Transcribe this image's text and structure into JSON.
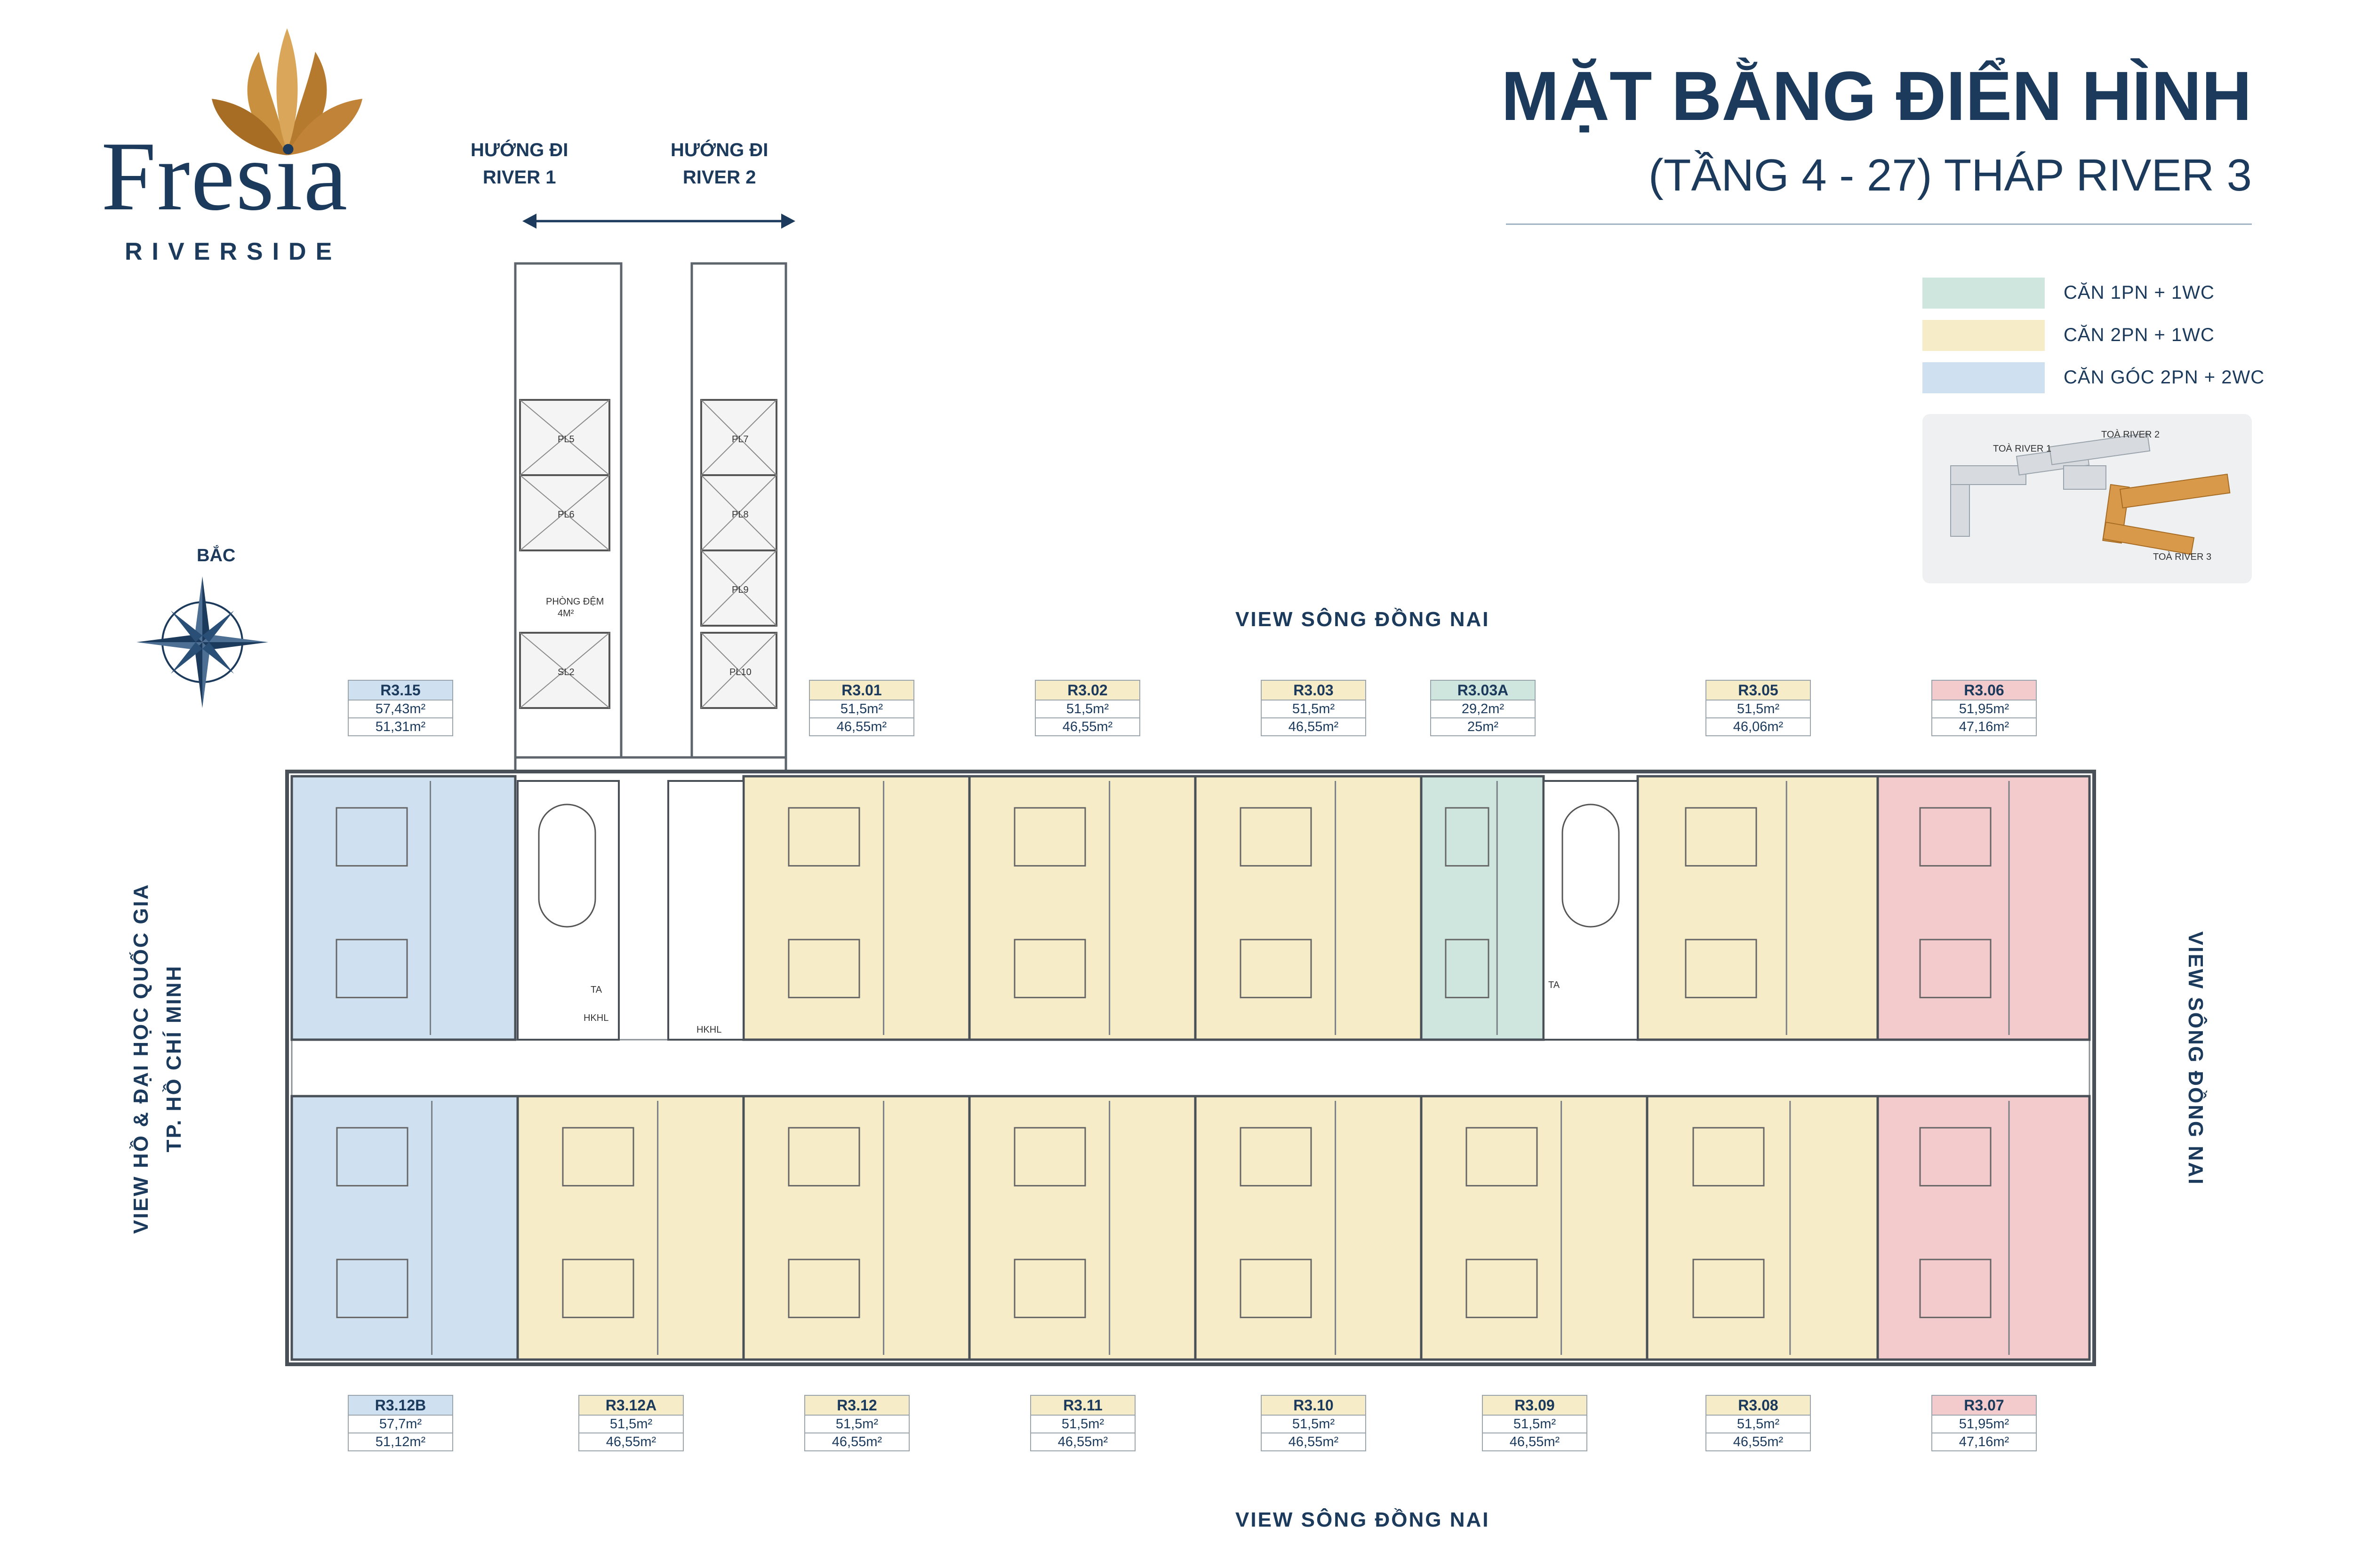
{
  "logo": {
    "word": "Fresia",
    "sub": "RIVERSIDE"
  },
  "title": {
    "line1": "MẶT BẰNG ĐIỂN HÌNH",
    "line2": "(TẦNG 4 - 27) THÁP RIVER 3"
  },
  "colors": {
    "navy": "#1b3a5c",
    "one_bed": "#cfe6df",
    "two_bed": "#f6ecc8",
    "corner": "#cfe1f1",
    "pink": "#f4cbcc"
  },
  "legend": [
    {
      "label": "CĂN 1PN + 1WC",
      "color": "#cfe6df"
    },
    {
      "label": "CĂN 2PN + 1WC",
      "color": "#f6ecc8"
    },
    {
      "label": "CĂN GÓC 2PN + 2WC",
      "color": "#cfe1f1"
    }
  ],
  "keymap": {
    "labels": [
      "TOÀ RIVER 1",
      "TOÀ RIVER 2",
      "TOÀ RIVER 3"
    ]
  },
  "compass": {
    "label": "BẮC"
  },
  "directions": {
    "river1": {
      "line1": "HƯỚNG ĐI",
      "line2": "RIVER 1"
    },
    "river2": {
      "line1": "HƯỚNG ĐI",
      "line2": "RIVER 2"
    }
  },
  "views": {
    "top": "VIEW SÔNG ĐỒNG NAI",
    "bottom": "VIEW SÔNG ĐỒNG NAI",
    "right": "VIEW SÔNG ĐỒNG NAI",
    "left_line1": "VIEW HỒ & ĐẠI HỌC QUỐC GIA",
    "left_line2": "TP. HỒ CHÍ MINH"
  },
  "core": {
    "lifts_left": [
      "PL5",
      "PL6"
    ],
    "lifts_right": [
      "PL7",
      "PL8",
      "PL9",
      "PL10"
    ],
    "lobby_line1": "PHÒNG ĐỆM",
    "lobby_line2": "4M²",
    "service_lift": "SL2",
    "ta": "TA",
    "hkhl": "HKHL"
  },
  "units_top": [
    {
      "code": "R3.15",
      "area1": "57,43m²",
      "area2": "51,31m²",
      "color": "#cfe1f1"
    },
    {
      "code": "R3.01",
      "area1": "51,5m²",
      "area2": "46,55m²",
      "color": "#f6ecc8"
    },
    {
      "code": "R3.02",
      "area1": "51,5m²",
      "area2": "46,55m²",
      "color": "#f6ecc8"
    },
    {
      "code": "R3.03",
      "area1": "51,5m²",
      "area2": "46,55m²",
      "color": "#f6ecc8"
    },
    {
      "code": "R3.03A",
      "area1": "29,2m²",
      "area2": "25m²",
      "color": "#cfe6df"
    },
    {
      "code": "R3.05",
      "area1": "51,5m²",
      "area2": "46,06m²",
      "color": "#f6ecc8"
    },
    {
      "code": "R3.06",
      "area1": "51,95m²",
      "area2": "47,16m²",
      "color": "#f4cbcc"
    }
  ],
  "units_bottom": [
    {
      "code": "R3.12B",
      "area1": "57,7m²",
      "area2": "51,12m²",
      "color": "#cfe1f1"
    },
    {
      "code": "R3.12A",
      "area1": "51,5m²",
      "area2": "46,55m²",
      "color": "#f6ecc8"
    },
    {
      "code": "R3.12",
      "area1": "51,5m²",
      "area2": "46,55m²",
      "color": "#f6ecc8"
    },
    {
      "code": "R3.11",
      "area1": "51,5m²",
      "area2": "46,55m²",
      "color": "#f6ecc8"
    },
    {
      "code": "R3.10",
      "area1": "51,5m²",
      "area2": "46,55m²",
      "color": "#f6ecc8"
    },
    {
      "code": "R3.09",
      "area1": "51,5m²",
      "area2": "46,55m²",
      "color": "#f6ecc8"
    },
    {
      "code": "R3.08",
      "area1": "51,5m²",
      "area2": "46,55m²",
      "color": "#f6ecc8"
    },
    {
      "code": "R3.07",
      "area1": "51,95m²",
      "area2": "47,16m²",
      "color": "#f4cbcc"
    }
  ]
}
